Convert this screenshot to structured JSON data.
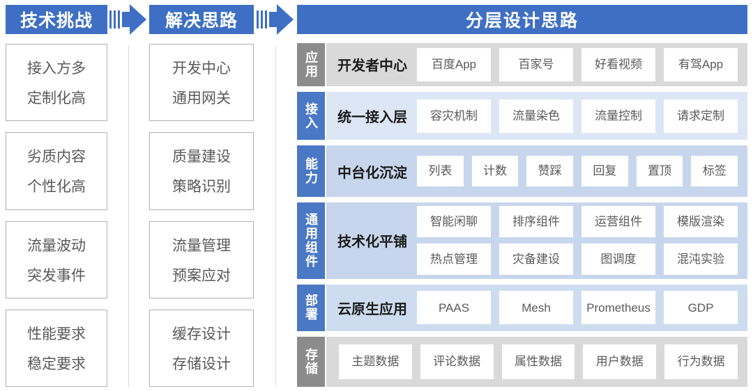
{
  "flow": {
    "challenges": {
      "title": "技术挑战",
      "boxes": [
        [
          "接入方多",
          "定制化高"
        ],
        [
          "劣质内容",
          "个性化高"
        ],
        [
          "流量波动",
          "突发事件"
        ],
        [
          "性能要求",
          "稳定要求"
        ]
      ]
    },
    "solutions": {
      "title": "解决思路",
      "boxes": [
        [
          "开发中心",
          "通用网关"
        ],
        [
          "质量建设",
          "策略识别"
        ],
        [
          "流量管理",
          "预案应对"
        ],
        [
          "缓存设计",
          "存储设计"
        ]
      ]
    }
  },
  "panel": {
    "title": "分层设计思路",
    "rows": [
      {
        "label": "应用",
        "title": "开发者中心",
        "chips": [
          "百度App",
          "百家号",
          "好看视频",
          "有驾App"
        ]
      },
      {
        "label": "接入",
        "title": "统一接入层",
        "chips": [
          "容灾机制",
          "流量染色",
          "流量控制",
          "请求定制"
        ]
      },
      {
        "label": "能力",
        "title": "中台化沉淀",
        "chips": [
          "列表",
          "计数",
          "赞踩",
          "回复",
          "置顶",
          "标签"
        ]
      },
      {
        "label": "通用组件",
        "title": "技术化平铺",
        "chip_rows": [
          [
            "智能闲聊",
            "排序组件",
            "运营组件",
            "模版渲染"
          ],
          [
            "热点管理",
            "灾备建设",
            "图调度",
            "混沌实验"
          ]
        ]
      },
      {
        "label": "部署",
        "title": "云原生应用",
        "chips": [
          "PAAS",
          "Mesh",
          "Prometheus",
          "GDP"
        ]
      },
      {
        "label": "存储",
        "chips": [
          "主题数据",
          "评论数据",
          "属性数据",
          "用户数据",
          "行为数据"
        ]
      }
    ]
  },
  "icons": [
    "flow-arrow-icon",
    "flow-arrow-icon"
  ],
  "colors": {
    "primary_blue": "#3E6FC4",
    "label_blue": "#4B78C4",
    "label_gray": "#8C8C8C",
    "row_gray_bg": "#D9D9D9",
    "row_blue_light_bg": "#DCE6F4",
    "row_blue_medium_bg": "#C7D6EC",
    "row_blue_soft_bg": "#CEDCEF",
    "chip_text": "#595959",
    "divider_gray": "#D9D9D9"
  }
}
